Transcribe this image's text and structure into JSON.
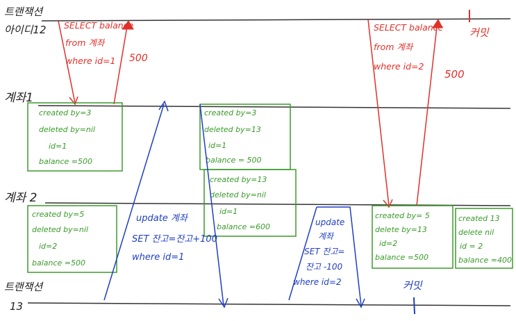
{
  "timeline_labels": {
    "tx12_line1": "트랜잭션",
    "tx12_line2": "아이디12",
    "account1": "계좌1",
    "account2": "계좌 2",
    "tx13_line1": "트랜잭션",
    "tx13_line2": "13"
  },
  "red_query_1": {
    "line1": "SELECT balance",
    "line2": "from 계좌",
    "line3": "where id=1",
    "result": "500"
  },
  "red_query_2": {
    "line1": "SELECT balance",
    "line2": "from 계좌",
    "line3": "where id=2",
    "result": "500",
    "commit": "커밋"
  },
  "green_records": {
    "acc1_v1": {
      "created": "created by=3",
      "deleted": "deleted by=nil",
      "id": "id=1",
      "balance": "balance =500"
    },
    "acc1_v2": {
      "created": "created by=3",
      "deleted": "deleted by=13",
      "id": "id=1",
      "balance": "balance = 500"
    },
    "acc1_v3": {
      "created": "created by=13",
      "deleted": "deleted by=nil",
      "id": "id=1",
      "balance": "balance =600"
    },
    "acc2_v1": {
      "created": "created by=5",
      "deleted": "deleted by=nil",
      "id": "id=2",
      "balance": "balance =500"
    },
    "acc2_v2": {
      "created": "created by= 5",
      "deleted": "delete by=13",
      "id": "id=2",
      "balance": "balance =500"
    },
    "acc2_v3": {
      "created": "created 13",
      "deleted": "delete nil",
      "id": "id = 2",
      "balance": "balance =400"
    }
  },
  "blue_update_1": {
    "line1": "update 계좌",
    "line2": "SET 잔고=잔고+100",
    "line3": "where id=1"
  },
  "blue_update_2": {
    "line1": "update",
    "line2": "계좌",
    "line3": "SET 잔고=",
    "line4": "잔고 -100",
    "line5": "where id=2"
  },
  "commit_tx13": "커밋",
  "colors": {
    "red": "#e0302a",
    "green": "#3a9a2a",
    "blue": "#1f3fbf",
    "line": "#333333"
  }
}
